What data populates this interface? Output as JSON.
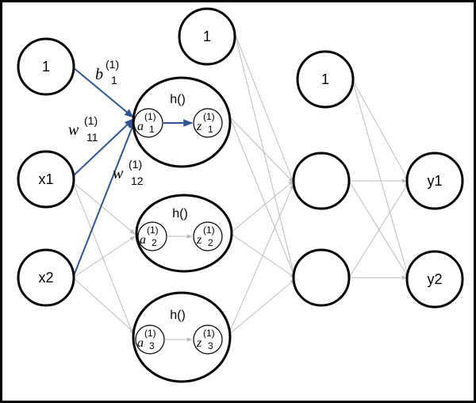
{
  "colors": {
    "highlight_edge": "#2f5597",
    "edge": "#bdbdbd",
    "node_stroke": "#000000"
  },
  "nodes": {
    "input_bias": "1",
    "x1": "x1",
    "x2": "x2",
    "hidden1_bias": "1",
    "hidden2_bias": "1",
    "y1": "y1",
    "y2": "y2"
  },
  "hidden_layer": {
    "activation": "h()",
    "units": [
      {
        "a": "a",
        "a_sup": "(1)",
        "a_sub": "1",
        "z": "z",
        "z_sup": "(1)",
        "z_sub": "1"
      },
      {
        "a": "a",
        "a_sup": "(1)",
        "a_sub": "2",
        "z": "z",
        "z_sup": "(1)",
        "z_sub": "2"
      },
      {
        "a": "a",
        "a_sup": "(1)",
        "a_sub": "3",
        "z": "z",
        "z_sup": "(1)",
        "z_sub": "3"
      }
    ]
  },
  "weights": {
    "b": {
      "sym": "b",
      "sup": "(1)",
      "sub": "1"
    },
    "w11": {
      "sym": "w",
      "sup": "(1)",
      "sub": "11"
    },
    "w12": {
      "sym": "w",
      "sup": "(1)",
      "sub": "12"
    }
  }
}
